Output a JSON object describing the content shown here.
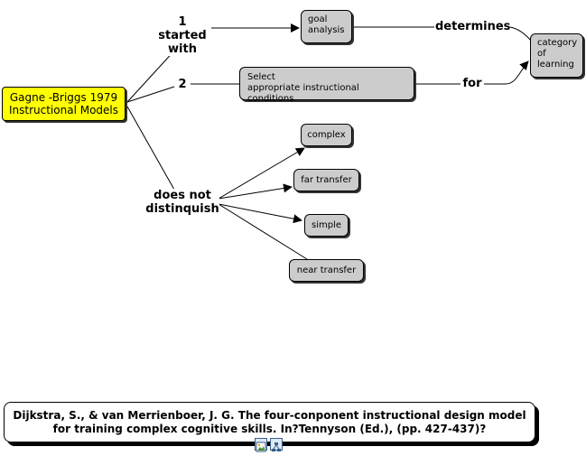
{
  "concept_map": {
    "root": {
      "label": "Gagne -Briggs 1979\nInstructional Models"
    },
    "nodes": {
      "goal_analysis": "goal\nanalysis",
      "category_of_learning": "category\nof\nlearning",
      "select_conditions": "Select\nappropriate instructional conditions",
      "complex": "complex",
      "far_transfer": "far transfer",
      "simple": "simple",
      "near_transfer": "near transfer"
    },
    "links": {
      "started_with": "1\nstarted\nwith",
      "two": "2",
      "does_not_distinguish": "does not\ndistinquish",
      "determines": "determines",
      "for": "for"
    }
  },
  "reference": {
    "text": "Dijkstra, S., & van Merrienboer,  J. G. The four-conponent instructional design model\nfor training complex cognitive skills. In?Tennyson (Ed.), (pp. 427-437)?"
  },
  "toolbar": {
    "icons": [
      "image-icon",
      "concept-map-icon"
    ]
  }
}
